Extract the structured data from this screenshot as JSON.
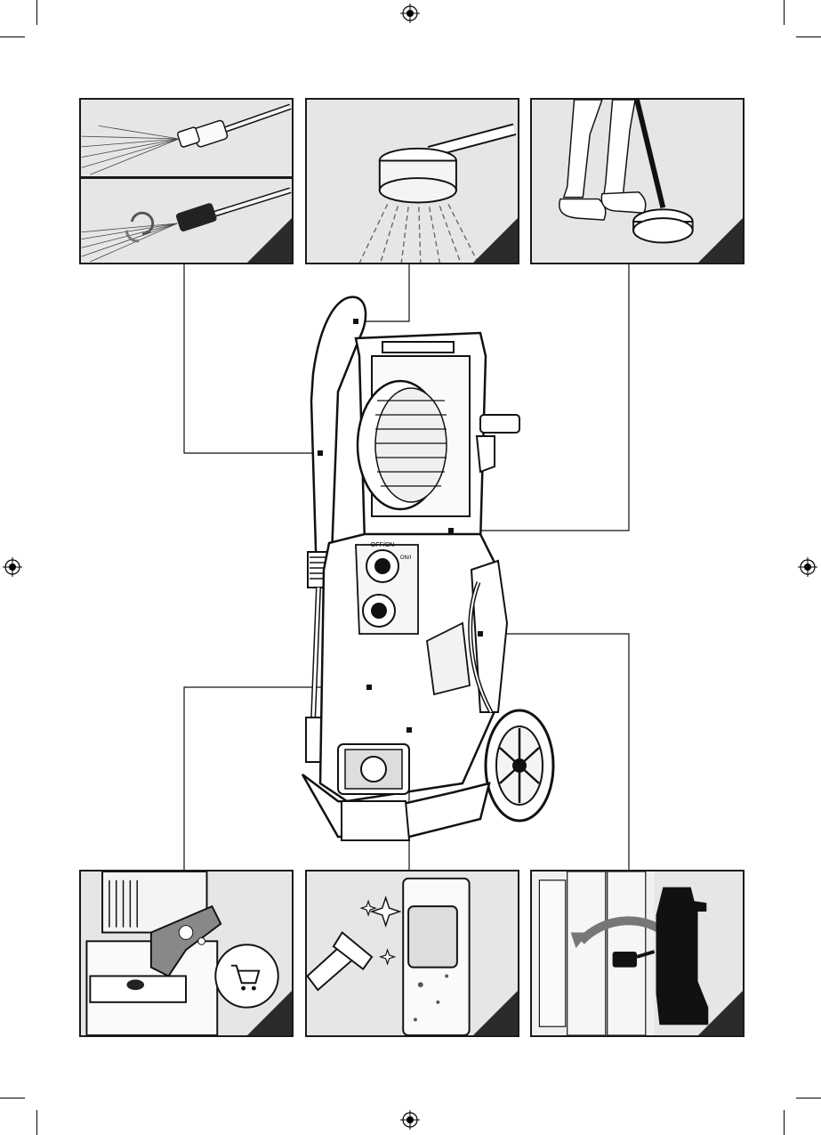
{
  "page": {
    "type": "manual-illustration-page",
    "colors": {
      "ink": "#1a1a1a",
      "panel_bg": "#e6e6e6",
      "corner": "#2b2b2b",
      "paper": "#ffffff"
    }
  },
  "panels": [
    {
      "id": "nozzle-spray",
      "icon": "adjustable-nozzle-icon"
    },
    {
      "id": "rotary-brush",
      "icon": "rotary-brush-icon"
    },
    {
      "id": "patio-cleaner",
      "icon": "patio-cleaner-icon"
    },
    {
      "id": "detergent-tank",
      "icon": "detergent-tank-icon"
    },
    {
      "id": "cleaning-machine",
      "icon": "cleaning-brush-icon"
    },
    {
      "id": "storage",
      "icon": "storage-icon"
    }
  ],
  "machine": {
    "icon": "pressure-washer-icon",
    "dial_labels": {
      "top": "OFF/ON",
      "side": "ON/I"
    }
  },
  "print_marks": {
    "icon": "registration-mark-icon"
  }
}
